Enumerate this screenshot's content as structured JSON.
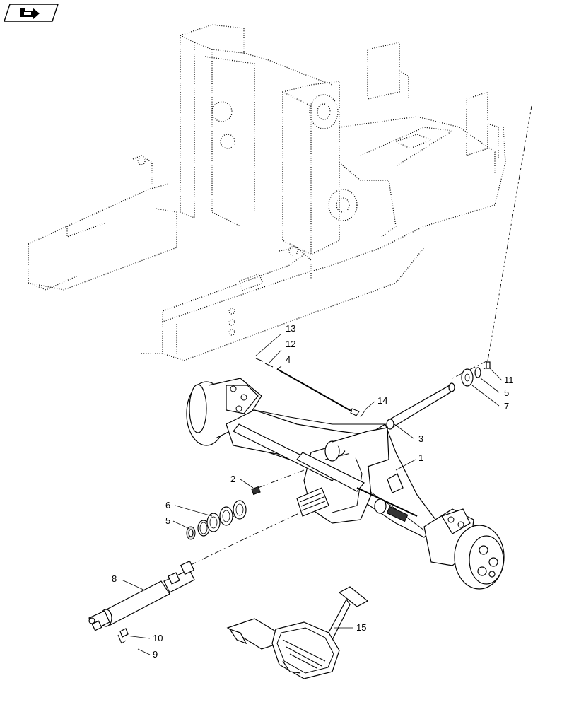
{
  "nav_icon": {
    "name": "next-page-arrow-icon"
  },
  "callouts": [
    {
      "id": "13",
      "label": "13"
    },
    {
      "id": "12",
      "label": "12"
    },
    {
      "id": "4",
      "label": "4"
    },
    {
      "id": "14",
      "label": "14"
    },
    {
      "id": "11",
      "label": "11"
    },
    {
      "id": "5a",
      "label": "5"
    },
    {
      "id": "7",
      "label": "7"
    },
    {
      "id": "3",
      "label": "3"
    },
    {
      "id": "1",
      "label": "1"
    },
    {
      "id": "2",
      "label": "2"
    },
    {
      "id": "6",
      "label": "6"
    },
    {
      "id": "5b",
      "label": "5"
    },
    {
      "id": "8",
      "label": "8"
    },
    {
      "id": "10",
      "label": "10"
    },
    {
      "id": "9",
      "label": "9"
    },
    {
      "id": "15",
      "label": "15"
    }
  ]
}
